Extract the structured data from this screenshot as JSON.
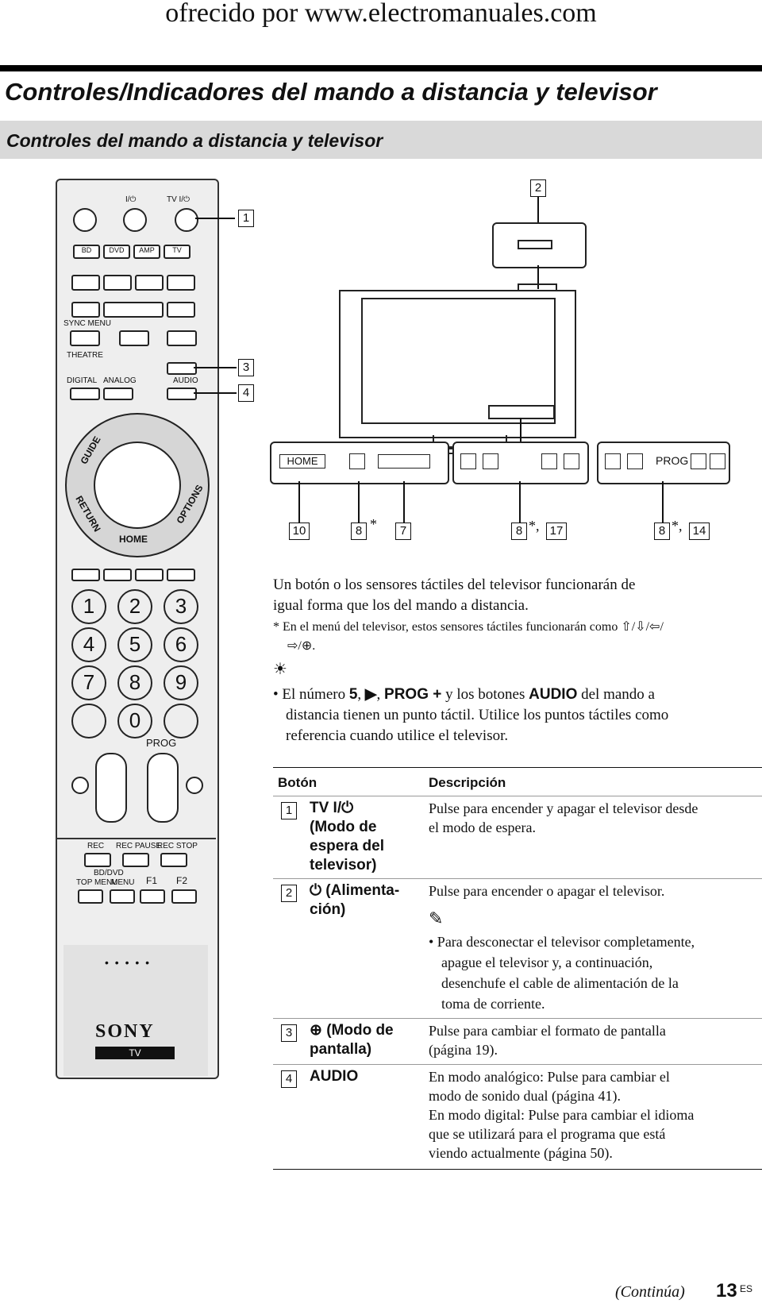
{
  "banner": "ofrecido por www.electromanuales.com",
  "title": "Controles/Indicadores del mando a distancia y televisor",
  "section": "Controles del mando a distancia y televisor",
  "remote": {
    "power_label": "I/⏻",
    "tv_power_label": "TV I/⏻",
    "source_buttons": [
      "BD",
      "DVD",
      "AMP",
      "TV"
    ],
    "sync_menu": "SYNC MENU",
    "theatre": "THEATRE",
    "digital": "DIGITAL",
    "analog": "ANALOG",
    "audio": "AUDIO",
    "guide": "GUIDE",
    "return": "RETURN",
    "home": "HOME",
    "options": "OPTIONS",
    "numbers": [
      "1",
      "2",
      "3",
      "4",
      "5",
      "6",
      "7",
      "8",
      "9",
      "0"
    ],
    "prog": "PROG",
    "rec": "REC",
    "rec_pause": "REC PAUSE",
    "rec_stop": "REC STOP",
    "bd_dvd": "BD/DVD",
    "top_menu": "TOP MENU",
    "menu": "MENU",
    "f1": "F1",
    "f2": "F2",
    "dots": "• • • • •",
    "brand": "SONY",
    "brand_sub": "TV"
  },
  "tv_panel": {
    "home": "HOME",
    "prog": "PROG"
  },
  "callouts": {
    "c1": "1",
    "c2": "2",
    "c3": "3",
    "c4": "4",
    "c10": "10",
    "c8a": "8",
    "c7": "7",
    "c8b": "8",
    "c17": "17",
    "c8c": "8",
    "c14": "14",
    "star": "*",
    "comma_star": "*,"
  },
  "text": {
    "intro_1": "Un botón o los sensores táctiles del televisor funcionarán de",
    "intro_2": "igual forma que los del mando a distancia.",
    "note_1": "* En el menú del televisor, estos sensores táctiles funcionarán como ⇧/⇩/⇦/",
    "note_2": "⇨/⊕.",
    "tip_1a": "• El número ",
    "tip_1b": "5",
    "tip_1c": ", ",
    "tip_1d": "▶",
    "tip_1e": ", ",
    "tip_1f": "PROG +",
    "tip_1g": " y los botones ",
    "tip_1h": "AUDIO",
    "tip_1i": " del mando a",
    "tip_2": "distancia tienen un punto táctil. Utilice los puntos táctiles como",
    "tip_3": "referencia cuando utilice el televisor."
  },
  "table": {
    "col_button": "Botón",
    "col_desc": "Descripción",
    "rows": [
      {
        "num": "1",
        "name": [
          "TV I/⏻",
          "(Modo de",
          "espera del",
          "televisor)"
        ],
        "desc": [
          "Pulse para encender y apagar el televisor desde",
          "el modo de espera."
        ]
      },
      {
        "num": "2",
        "name": [
          "⏻ (Alimenta-",
          "ción)"
        ],
        "desc": [
          "Pulse para encender o apagar el televisor."
        ],
        "note": [
          "• Para desconectar el televisor completamente,",
          "apague el televisor y, a continuación,",
          "desenchufe el cable de alimentación de la",
          "toma de corriente."
        ]
      },
      {
        "num": "3",
        "name": [
          "⊕ (Modo de",
          "pantalla)"
        ],
        "desc": [
          "Pulse para cambiar el formato de pantalla",
          "(página 19)."
        ]
      },
      {
        "num": "4",
        "name": [
          "AUDIO"
        ],
        "desc": [
          "En modo analógico: Pulse para cambiar el",
          "modo de sonido dual (página 41).",
          "En modo digital: Pulse para cambiar el idioma",
          "que se utilizará para el programa que está",
          "viendo actualmente (página 50)."
        ]
      }
    ]
  },
  "footer": {
    "continued": "(Continúa)",
    "page": "13",
    "lang": "ES"
  }
}
